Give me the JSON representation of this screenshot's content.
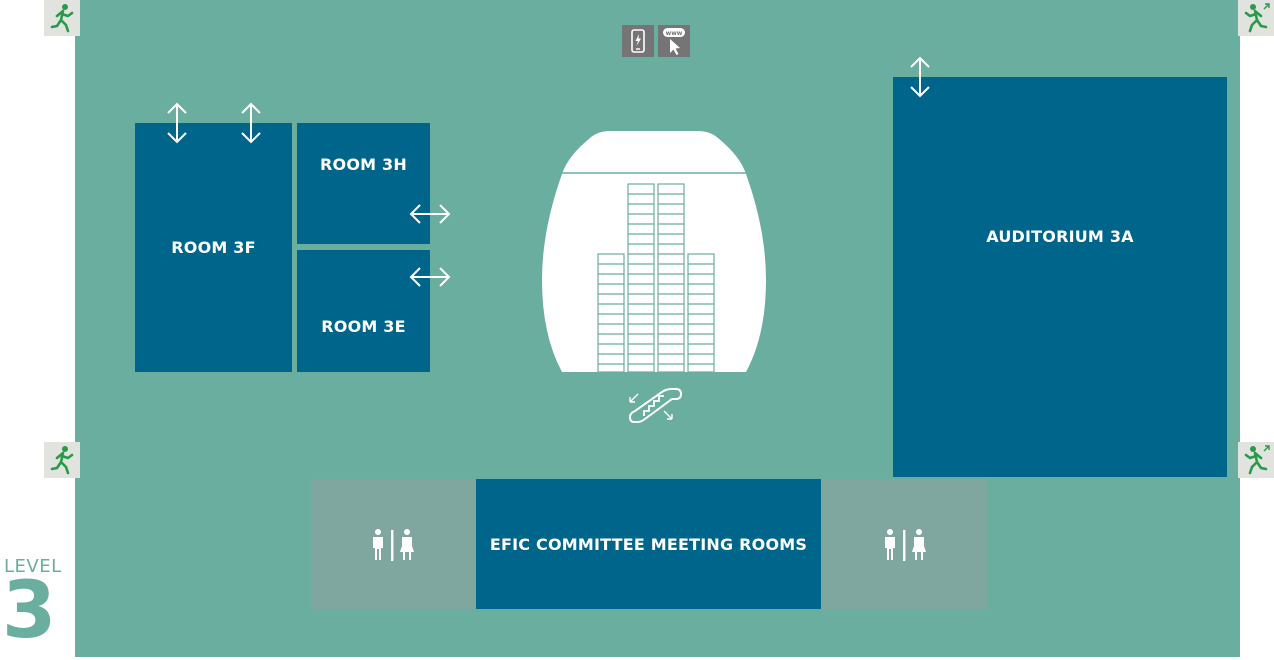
{
  "map": {
    "rooms": {
      "room_3f": "ROOM 3F",
      "room_3h": "ROOM 3H",
      "room_3e": "ROOM 3E",
      "auditorium_3a": "AUDITORIUM 3A",
      "efic_meeting_rooms": "EFIC COMMITTEE MEETING ROOMS"
    },
    "level": {
      "label": "LEVEL",
      "number": "3"
    },
    "icons": {
      "emergency_exit": "emergency-exit-icon",
      "restroom": "restroom-icon",
      "escalator": "escalator-icon",
      "charging_station": "phone-charging-icon",
      "web_access": "www-cursor-icon",
      "door_arrow": "double-arrow-icon"
    },
    "colors": {
      "floor": "#6aae9f",
      "room": "#00658a",
      "restroom_area": "#80a6a0",
      "exit_green": "#2a9a4a",
      "level_text": "#6aae9f"
    }
  }
}
